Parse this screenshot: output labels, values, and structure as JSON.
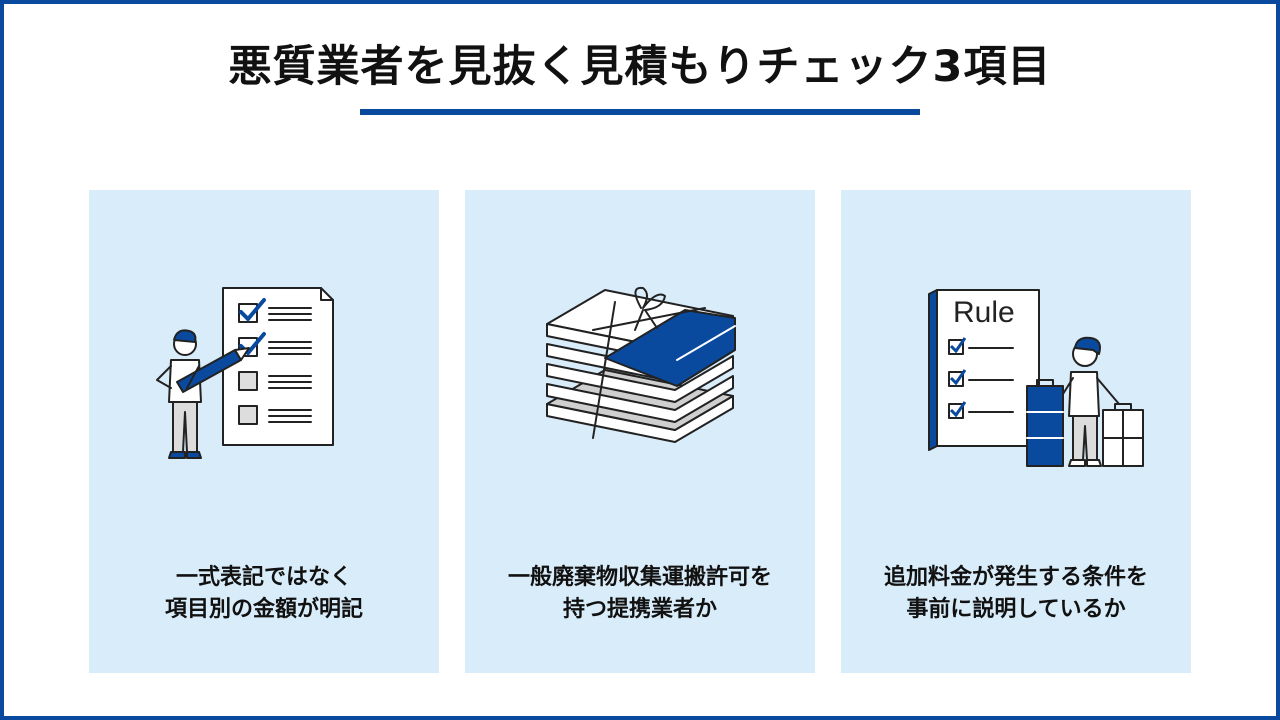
{
  "title": "悪質業者を見抜く見積もりチェック3項目",
  "cards": [
    {
      "line1": "一式表記ではなく",
      "line2": "項目別の金額が明記",
      "icon": "checklist-person-icon"
    },
    {
      "line1": "一般廃棄物収集運搬許可を",
      "line2": "持つ提携業者か",
      "icon": "tied-documents-icon"
    },
    {
      "line1": "追加料金が発生する条件を",
      "line2": "事前に説明しているか",
      "icon": "rule-board-person-icon"
    }
  ],
  "rule_board_text": "Rule",
  "colors": {
    "accent": "#0a4a9e",
    "card_bg": "#d9ecf9",
    "ink": "#111111"
  }
}
